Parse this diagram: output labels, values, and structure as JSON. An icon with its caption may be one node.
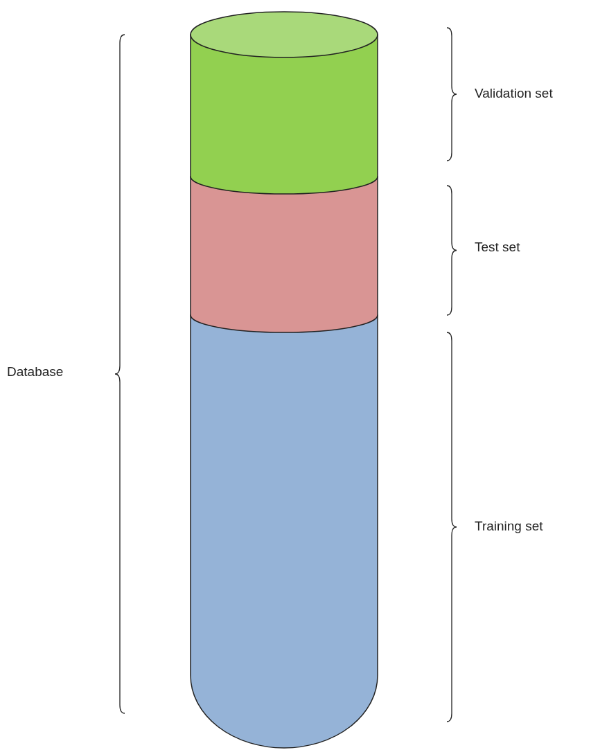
{
  "diagram": {
    "labels": [
      "Validation set",
      "Test set",
      "Database",
      "Training set"
    ]
  }
}
